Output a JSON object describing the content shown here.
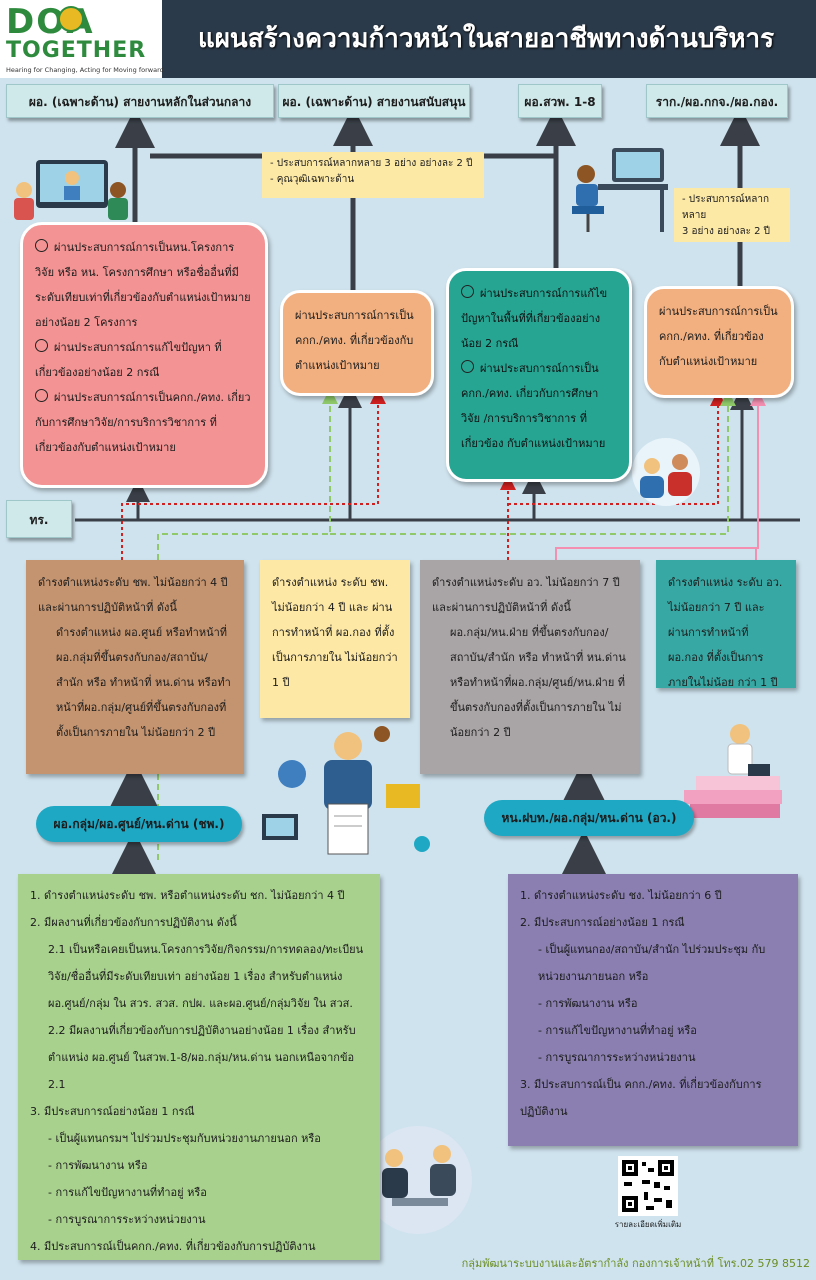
{
  "header": {
    "logo_main": "DOA",
    "logo_sub": "TOGETHER",
    "logo_tagline": "Hearing for Changing, Acting for Moving forward",
    "title": "แผนสร้างความก้าวหน้าในสายอาชีพทางด้านบริหาร"
  },
  "categories": [
    "ผอ. (เฉพาะด้าน) สายงานหลักในส่วนกลาง",
    "ผอ. (เฉพาะด้าน) สายงานสนับสนุน",
    "ผอ.สวพ. 1-8",
    "ราก./ผอ.กกจ./ผอ.กอง."
  ],
  "notes": {
    "middle": [
      "- ประสบการณ์หลากหลาย 3 อย่าง อย่างละ 2 ปี",
      "- คุณวุฒิเฉพาะด้าน"
    ],
    "right": [
      "- ประสบการณ์หลากหลาย",
      "3 อย่าง อย่างละ 2 ปี"
    ]
  },
  "req_boxes": {
    "pink": [
      "ผ่านประสบการณ์การเป็นหน.โครงการวิจัย หรือ หน. โครงการศึกษา หรือชื่ออื่นที่มีระดับเทียบเท่าที่เกี่ยวข้องกับตำแหน่งเป้าหมาย อย่างน้อย 2 โครงการ",
      "ผ่านประสบการณ์การแก้ไขปัญหา ที่เกี่ยวข้องอย่างน้อย 2 กรณี",
      "ผ่านประสบการณ์การเป็นคกก./คทง. เกี่ยวกับการศึกษาวิจัย/การบริการวิชาการ ที่เกี่ยวข้องกับตำแหน่งเป้าหมาย"
    ],
    "peach1": "ผ่านประสบการณ์การเป็น คกก./คทง. ที่เกี่ยวข้องกับ ตำแหน่งเป้าหมาย",
    "teal": [
      "ผ่านประสบการณ์การแก้ไข ปัญหาในพื้นที่ที่เกี่ยวข้องอย่างน้อย 2 กรณี",
      "ผ่านประสบการณ์การเป็น คกก./คทง. เกี่ยวกับการศึกษาวิจัย /การบริการวิชาการ ที่เกี่ยวข้อง กับตำแหน่งเป้าหมาย"
    ],
    "peach2": "ผ่านประสบการณ์การเป็น คกก./คทง. ที่เกี่ยวข้อง กับตำแหน่งเป้าหมาย"
  },
  "ns_label": "ทร.",
  "mid_boxes": {
    "brown": [
      "ดำรงตำแหน่งระดับ ชพ. ไม่น้อยกว่า 4 ปี และผ่านการปฏิบัติหน้าที่ ดังนี้",
      "ดำรงตำแหน่ง ผอ.ศูนย์ หรือทำหน้าที่ ผอ.กลุ่มที่ขึ้นตรงกับกอง/สถาบัน/สำนัก หรือ ทำหน้าที่ หน.ด่าน หรือทำหน้าที่ผอ.กลุ่ม/ศูนย์ที่ขึ้นตรงกับกองที่ตั้งเป็นการภายใน ไม่น้อยกว่า 2 ปี"
    ],
    "yellow": "ดำรงตำแหน่ง ระดับ ชพ. ไม่น้อยกว่า 4 ปี และ ผ่านการทำหน้าที่ ผอ.กอง ที่ตั้งเป็นการภายใน ไม่น้อยกว่า 1 ปี",
    "grey": [
      "ดำรงตำแหน่งระดับ อว. ไม่น้อยกว่า 7 ปี และผ่านการปฏิบัติหน้าที่ ดังนี้",
      "ผอ.กลุ่ม/หน.ฝ่าย ที่ขึ้นตรงกับกอง/สถาบัน/สำนัก หรือ ทำหน้าที่ หน.ด่าน หรือทำหน้าที่ผอ.กลุ่ม/ศูนย์/หน.ฝ่าย ที่ขึ้นตรงกับกองที่ตั้งเป็นการภายใน ไม่น้อยกว่า 2 ปี"
    ],
    "teal": "ดำรงตำแหน่ง ระดับ อว. ไม่น้อยกว่า 7 ปี และ ผ่านการทำหน้าที่ ผอ.กอง ที่ตั้งเป็นการภายในไม่น้อย กว่า 1 ปี"
  },
  "ovals": {
    "left": "ผอ.กลุ่ม/ผอ.ศูนย์/หน.ด่าน (ชพ.)",
    "right": "หน.ฝบท./ผอ.กลุ่ม/หน.ด่าน (อว.)"
  },
  "green_box": [
    "1. ดำรงตำแหน่งระดับ ชพ. หรือตำแหน่งระดับ ชก. ไม่น้อยกว่า 4 ปี",
    "2. มีผลงานที่เกี่ยวข้องกับการปฏิบัติงาน ดังนี้",
    "2.1 เป็นหรือเคยเป็นหน.โครงการวิจัย/กิจกรรม/การทดลอง/ทะเบียนวิจัย/ชื่ออื่นที่มีระดับเทียบเท่า อย่างน้อย 1 เรื่อง สำหรับตำแหน่ง ผอ.ศูนย์/กลุ่ม ใน สวร. สวส. กปผ. และผอ.ศูนย์/กลุ่มวิจัย ใน สวส.",
    "2.2 มีผลงานที่เกี่ยวข้องกับการปฏิบัติงานอย่างน้อย 1 เรื่อง สำหรับตำแหน่ง ผอ.ศูนย์ ในสวพ.1-8/ผอ.กลุ่ม/หน.ด่าน นอกเหนือจากข้อ 2.1",
    "3. มีประสบการณ์อย่างน้อย 1 กรณี",
    "- เป็นผู้แทนกรมฯ ไปร่วมประชุมกับหน่วยงานภายนอก หรือ",
    "- การพัฒนางาน หรือ",
    "- การแก้ไขปัญหางานที่ทำอยู่ หรือ",
    "- การบูรณาการระหว่างหน่วยงาน",
    "4. มีประสบการณ์เป็นคกก./คทง. ที่เกี่ยวข้องกับการปฏิบัติงาน"
  ],
  "purple_box": [
    "1. ดำรงตำแหน่งระดับ ชง. ไม่น้อยกว่า 6 ปี",
    "2. มีประสบการณ์อย่างน้อย 1 กรณี",
    "- เป็นผู้แทนกอง/สถาบัน/สำนัก ไปร่วมประชุม กับหน่วยงานภายนอก หรือ",
    "- การพัฒนางาน หรือ",
    "- การแก้ไขปัญหางานที่ทำอยู่ หรือ",
    "- การบูรณาการระหว่างหน่วยงาน",
    "3. มีประสบการณ์เป็น คกก./คทง. ที่เกี่ยวข้องกับการ ปฏิบัติงาน"
  ],
  "qr_label": "รายละเอียดเพิ่มเติม",
  "footer": "กลุ่มพัฒนาระบบงานและอัตรากำลัง กองการเจ้าหน้าที่ โทร.02 579 8512"
}
